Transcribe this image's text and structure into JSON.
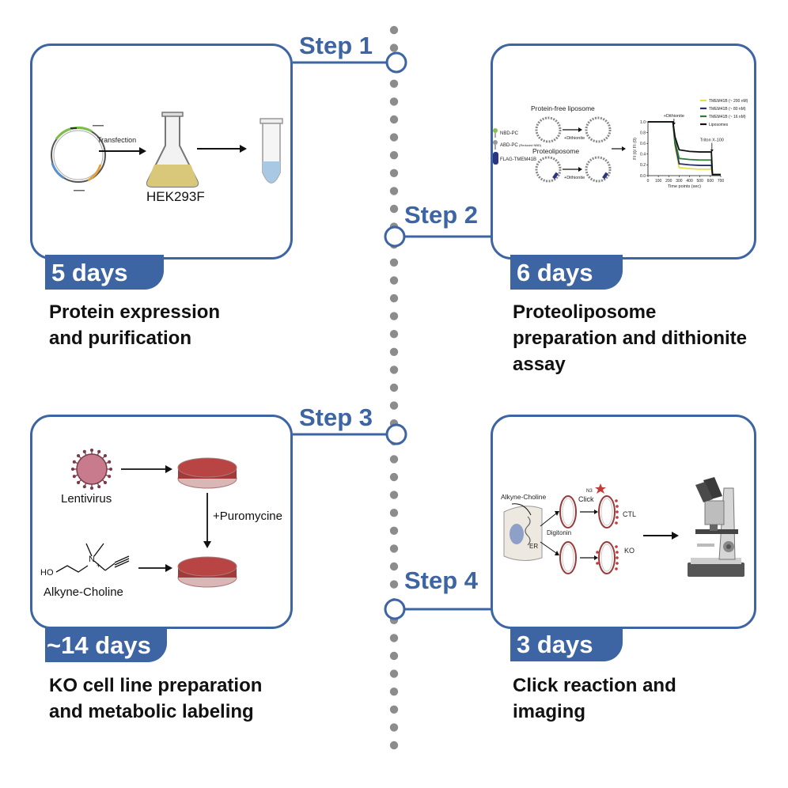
{
  "steps": [
    {
      "label": "Step 1",
      "days": "5 days",
      "description_lines": [
        "Protein expression",
        "and purification"
      ],
      "panel": {
        "transfection_label": "Transfection",
        "cell_line": "HEK293F"
      }
    },
    {
      "label": "Step 2",
      "days": "6 days",
      "description_lines": [
        "Proteoliposome",
        "preparation and dithionite",
        "assay"
      ],
      "panel": {
        "protein_free_title": "Protein-free liposome",
        "proteoliposome_title": "Proteoliposome",
        "legend_nbd": "NBD-PC",
        "legend_abd": "ABD-PC",
        "legend_abd_note": "(Reduced NBD)",
        "legend_flag": "FLAG-TMEM41B",
        "dithionite_label_1": "+Dithionite",
        "dithionite_label_2": "+Dithionite"
      }
    },
    {
      "label": "Step 3",
      "days": "~14 days",
      "description_lines": [
        "KO cell line preparation",
        "and metabolic labeling"
      ],
      "panel": {
        "lentivirus": "Lentivirus",
        "puromycine": "+Puromycine",
        "alkyne_choline": "Alkyne-Choline",
        "ho_label": "HO",
        "n_label": "N",
        "plus_label": "+"
      }
    },
    {
      "label": "Step 4",
      "days": "3 days",
      "description_lines": [
        "Click reaction and",
        "imaging"
      ],
      "panel": {
        "alkyne_choline": "Alkyne-Choline",
        "er": "ER",
        "digitonin": "Digitonin",
        "click": "Click",
        "n3": "N3",
        "ctl": "CTL",
        "ko": "KO"
      }
    }
  ],
  "chart_data": {
    "type": "line",
    "xlabel": "Time points (sec)",
    "ylabel": "FI (t)/ FI (0)",
    "xlim": [
      0,
      700
    ],
    "ylim": [
      0,
      1.0
    ],
    "xticks": [
      0,
      100,
      200,
      300,
      400,
      500,
      600,
      700
    ],
    "yticks": [
      0,
      0.2,
      0.4,
      0.6,
      0.8,
      1.0
    ],
    "annotations": [
      "+Dithionite",
      "Triton X-100"
    ],
    "series": [
      {
        "name": "TMEM41B (~ 200 nM)",
        "color": "#e3e04a",
        "x": [
          0,
          240,
          260,
          300,
          400,
          500,
          610,
          620,
          700
        ],
        "y": [
          1.0,
          1.0,
          0.55,
          0.15,
          0.13,
          0.12,
          0.12,
          0.02,
          0.02
        ]
      },
      {
        "name": "TMEM41B (~ 80 nM)",
        "color": "#27306e",
        "x": [
          0,
          240,
          260,
          300,
          400,
          500,
          610,
          620,
          700
        ],
        "y": [
          1.0,
          1.0,
          0.6,
          0.22,
          0.2,
          0.19,
          0.19,
          0.02,
          0.02
        ]
      },
      {
        "name": "TMEM41B (~ 16 nM)",
        "color": "#2f7a3a",
        "x": [
          0,
          240,
          260,
          300,
          400,
          500,
          610,
          620,
          700
        ],
        "y": [
          1.0,
          1.0,
          0.65,
          0.32,
          0.3,
          0.29,
          0.29,
          0.02,
          0.02
        ]
      },
      {
        "name": "Liposomes",
        "color": "#111111",
        "x": [
          0,
          240,
          260,
          300,
          400,
          500,
          610,
          620,
          700
        ],
        "y": [
          1.0,
          1.0,
          0.72,
          0.48,
          0.45,
          0.44,
          0.44,
          0.02,
          0.02
        ]
      }
    ]
  }
}
